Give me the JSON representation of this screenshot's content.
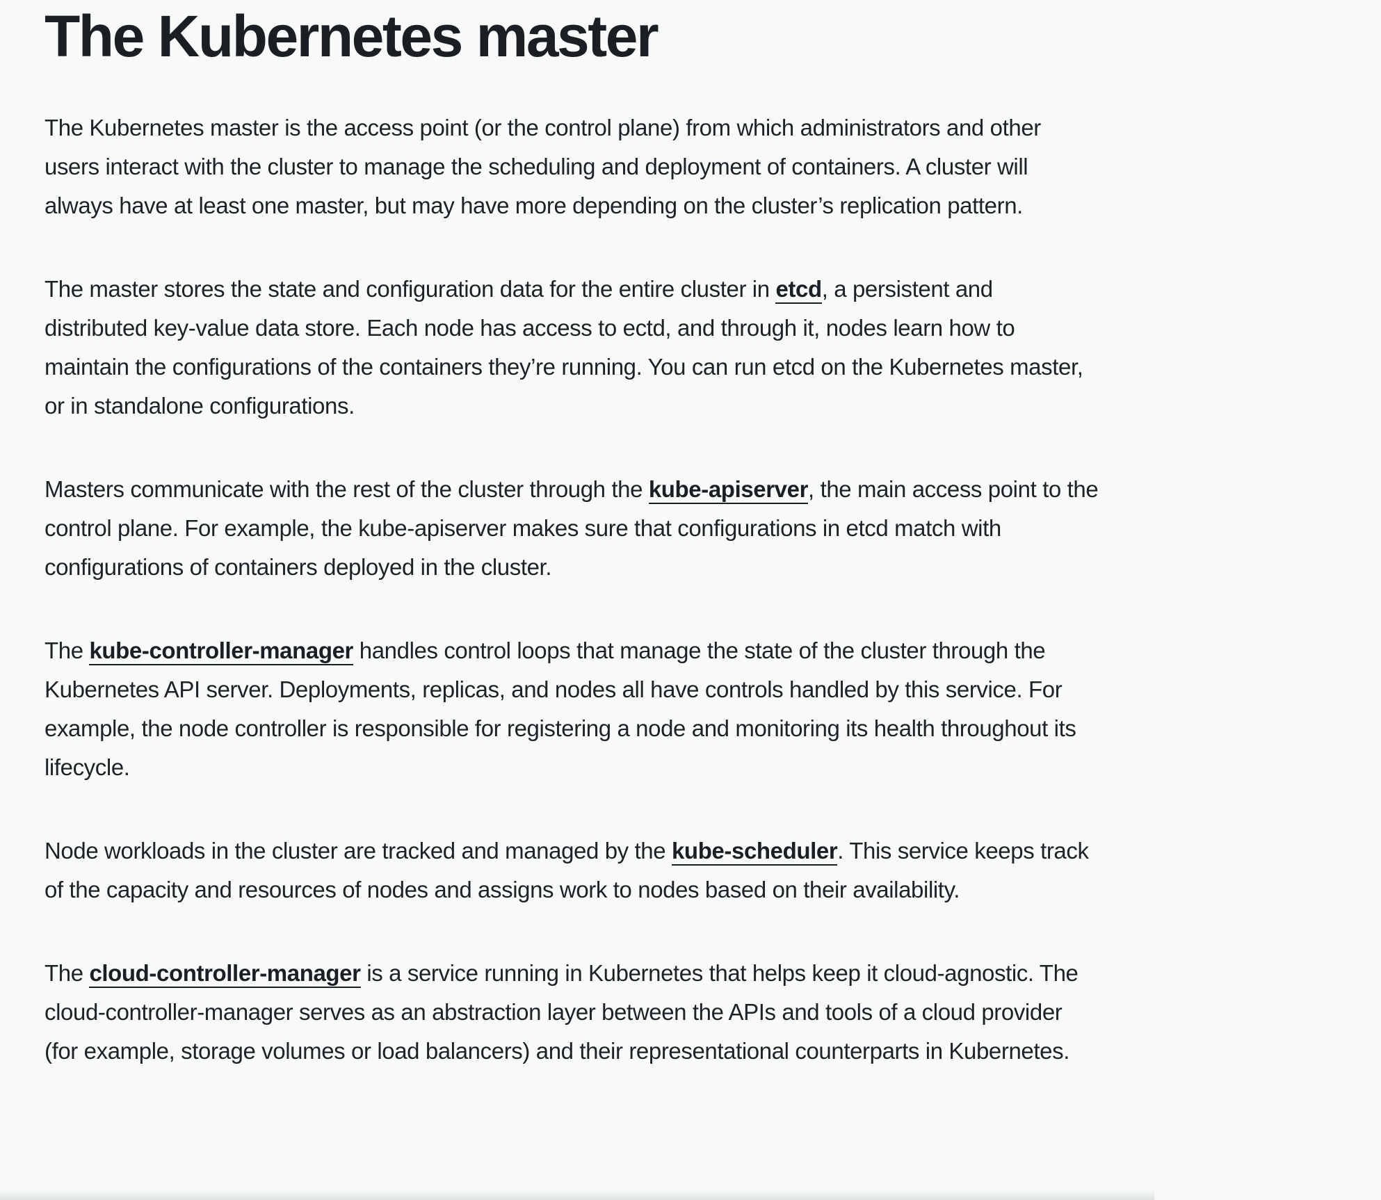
{
  "title": "The Kubernetes master",
  "paragraphs": [
    {
      "text": "The Kubernetes master is the access point (or the control plane) from which administrators and other users interact with the cluster to manage the scheduling and deployment of containers. A cluster will always have at least one master, but may have more depending on the cluster’s replication pattern."
    },
    {
      "before": "The master stores the state and configuration data for the entire cluster in ",
      "link": "etcd",
      "after": ", a persistent and distributed key-value data store. Each node has access to ectd, and through it, nodes learn how to maintain the configurations of the containers they’re running. You can run etcd on the Kubernetes master, or in standalone configurations."
    },
    {
      "before": "Masters communicate with the rest of the cluster through the ",
      "link": "kube-apiserver",
      "after": ", the main access point to the control plane. For example, the kube-apiserver makes sure that configurations in etcd match with configurations of containers deployed in the cluster."
    },
    {
      "before": "The ",
      "link": "kube-controller-manager",
      "after": " handles control loops that manage the state of the cluster through the Kubernetes API server. Deployments, replicas, and nodes all have controls handled by this service. For example, the node controller is responsible for registering a node and monitoring its health throughout its lifecycle."
    },
    {
      "before": "Node workloads in the cluster are tracked and managed by the ",
      "link": "kube-scheduler",
      "after": ". This service keeps track of the capacity and resources of nodes and assigns work to nodes based on their availability."
    },
    {
      "before": "The ",
      "link": "cloud-controller-manager",
      "after": " is a service running in Kubernetes that helps keep it cloud-agnostic. The cloud-controller-manager serves as an abstraction layer between the APIs and tools of a cloud provider (for example, storage volumes or load balancers) and their representational counterparts in Kubernetes."
    }
  ]
}
